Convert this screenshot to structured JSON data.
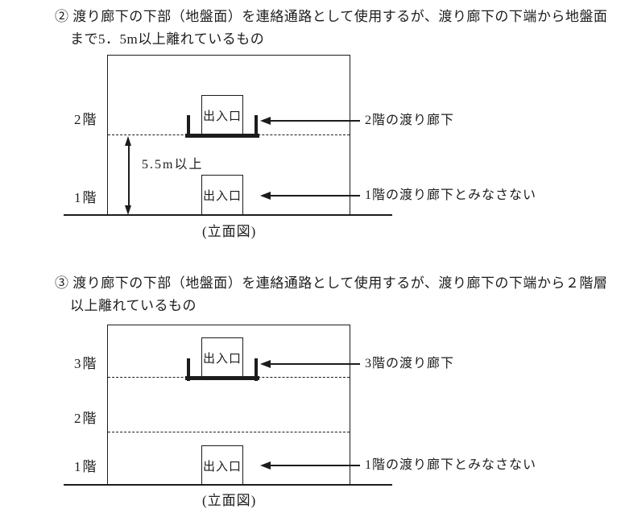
{
  "page": {
    "bg": "#ffffff",
    "ink": "#1c1c1c"
  },
  "section2": {
    "heading_line1": "② 渡り廊下の下部（地盤面）を連絡通路として使用するが、渡り廊下の下端から地盤面",
    "heading_line2": "まで5．5m以上離れているもの",
    "diagram": {
      "floor2_label": "2階",
      "floor1_label": "1階",
      "entrance_upper": "出入口",
      "entrance_lower": "出入口",
      "dimension": "5.5m以上",
      "callout_upper": "2階の渡り廊下",
      "callout_lower": "1階の渡り廊下とみなさない",
      "caption": "(立面図)"
    }
  },
  "section3": {
    "heading_line1": "③ 渡り廊下の下部（地盤面）を連絡通路として使用するが、渡り廊下の下端から２階層",
    "heading_line2": "以上離れているもの",
    "diagram": {
      "floor3_label": "3階",
      "floor2_label": "2階",
      "floor1_label": "1階",
      "entrance_upper": "出入口",
      "entrance_lower": "出入口",
      "callout_upper": "3階の渡り廊下",
      "callout_lower": "1階の渡り廊下とみなさない",
      "caption": "(立面図)"
    }
  }
}
